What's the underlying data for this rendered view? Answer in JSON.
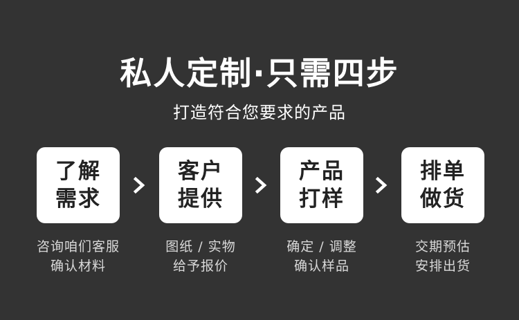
{
  "header": {
    "title": "私人定制·只需四步",
    "subtitle": "打造符合您要求的产品"
  },
  "steps": [
    {
      "line1": "了解",
      "line2": "需求",
      "desc1": "咨询咱们客服",
      "desc2": "确认材料"
    },
    {
      "line1": "客户",
      "line2": "提供",
      "desc1": "图纸 / 实物",
      "desc2": "给予报价"
    },
    {
      "line1": "产品",
      "line2": "打样",
      "desc1": "确定 / 调整",
      "desc2": "确认样品"
    },
    {
      "line1": "排单",
      "line2": "做货",
      "desc1": "交期预估",
      "desc2": "安排出货"
    }
  ],
  "arrows": [
    {
      "icon": "chevron-right-icon"
    },
    {
      "icon": "chevron-right-icon"
    },
    {
      "icon": "chevron-right-icon"
    }
  ],
  "colors": {
    "background": "#333333",
    "card": "#ffffff",
    "card_text": "#222222",
    "desc_text": "#d9d9d9",
    "arrow": "#ffffff"
  }
}
